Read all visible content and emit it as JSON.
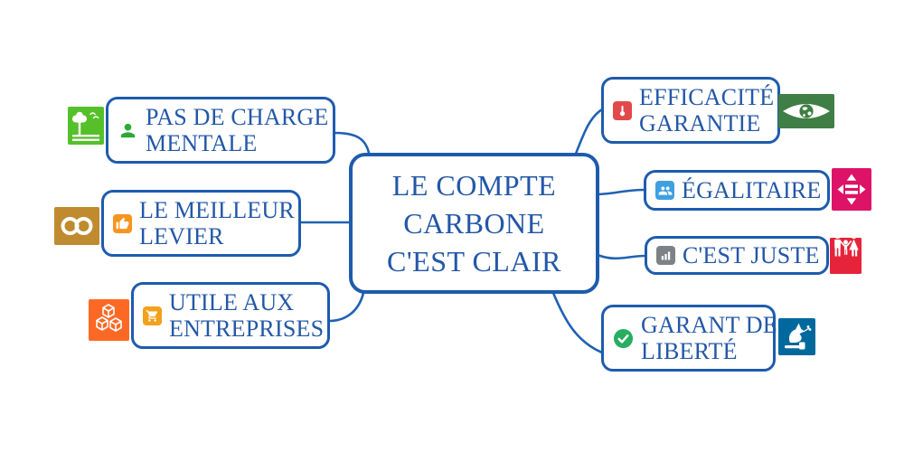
{
  "title": "LE COMPTE CARBONE C'EST CLAIR",
  "center": {
    "lines": [
      "LE COMPTE",
      "CARBONE",
      "C'EST CLAIR"
    ]
  },
  "branches": [
    {
      "label": "PAS DE CHARGE MENTALE",
      "lines": [
        "PAS DE CHARGE",
        "MENTALE"
      ],
      "icon": "person-icon",
      "badge": "tree-nature-icon"
    },
    {
      "label": "LE MEILLEUR LEVIER",
      "lines": [
        "LE MEILLEUR",
        "LEVIER"
      ],
      "icon": "thumbs-up-icon",
      "badge": "infinity-loop-icon"
    },
    {
      "label": "UTILE AUX ENTREPRISES",
      "lines": [
        "UTILE AUX",
        "ENTREPRISES"
      ],
      "icon": "shopping-cart-icon",
      "badge": "cubes-icon"
    },
    {
      "label": "EFFICACITÉ GARANTIE",
      "lines": [
        "EFFICACITÉ",
        "GARANTIE"
      ],
      "icon": "thermometer-icon",
      "badge": "eye-globe-icon"
    },
    {
      "label": "ÉGALITAIRE",
      "lines": [
        "ÉGALITAIRE"
      ],
      "icon": "people-icon",
      "badge": "equality-arrows-icon"
    },
    {
      "label": "C'EST JUSTE",
      "lines": [
        "C'EST JUSTE"
      ],
      "icon": "bar-chart-icon",
      "badge": "family-icon"
    },
    {
      "label": "GARANT DE LIBERTÉ",
      "lines": [
        "GARANT DE",
        "LIBERTÉ"
      ],
      "icon": "check-circle-icon",
      "badge": "dove-peace-icon"
    }
  ],
  "colors": {
    "text": "#2357A7",
    "border": "#1E5BAD",
    "line": "#2061B3",
    "sdg15_green": "#56C02B",
    "sdg12_gold": "#BF8B2E",
    "sdg9_orange": "#FD6925",
    "sdg13_darkgreen": "#3F7E44",
    "sdg10_magenta": "#DD1367",
    "sdg1_red": "#E5243B",
    "sdg16_blue": "#00689D",
    "person_green": "#2EA836",
    "thumb_orange": "#F7941E",
    "cart_amber": "#F2A11B",
    "thermo_red": "#E04A4A",
    "people_blue": "#3FA0E1",
    "chart_gray": "#7D8287",
    "check_green": "#27AE60"
  }
}
